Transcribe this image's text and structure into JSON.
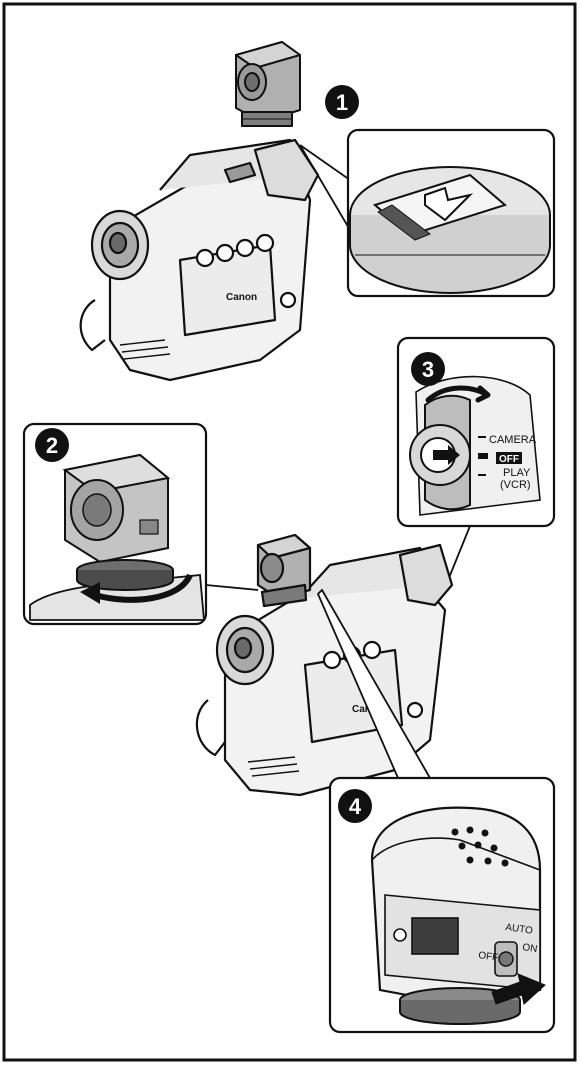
{
  "steps": [
    {
      "number": "1"
    },
    {
      "number": "2"
    },
    {
      "number": "3"
    },
    {
      "number": "4"
    }
  ],
  "camcorder_brand": "Canon",
  "power_switch": {
    "camera": "CAMERA",
    "off": "OFF",
    "play": "PLAY",
    "vcr": "(VCR)"
  },
  "light_switch": {
    "auto": "AUTO",
    "off": "OFF",
    "on": "ON"
  },
  "colors": {
    "ink": "#111111",
    "gray": "#8c8c8c",
    "light_gray": "#c8c8c8",
    "background": "#ffffff"
  }
}
